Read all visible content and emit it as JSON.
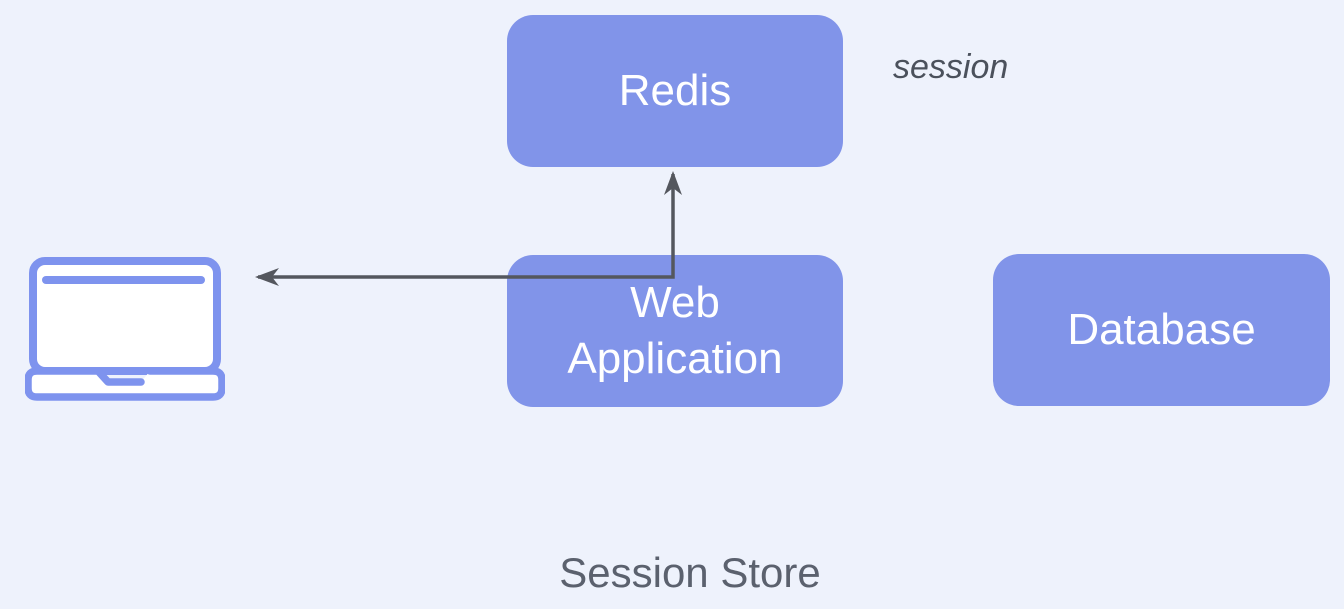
{
  "title": "Session Store",
  "nodes": [
    {
      "id": "redis",
      "label": "Redis"
    },
    {
      "id": "web-application",
      "label": "Web Application"
    },
    {
      "id": "database",
      "label": "Database"
    }
  ],
  "annotations": {
    "session": "session"
  },
  "icons": {
    "laptop": "laptop-icon"
  },
  "edges": [
    {
      "from": "web-application",
      "to": "redis",
      "direction": "up"
    },
    {
      "from": "web-application",
      "to": "client-laptop",
      "direction": "left"
    }
  ],
  "colors": {
    "bg": "#eef2fc",
    "node-fill": "#8194e9",
    "node-text": "#ffffff",
    "icon-stroke": "#7e93ee",
    "arrow": "#54575e",
    "annotation-text": "#4b515c",
    "title-text": "#5b616e"
  }
}
